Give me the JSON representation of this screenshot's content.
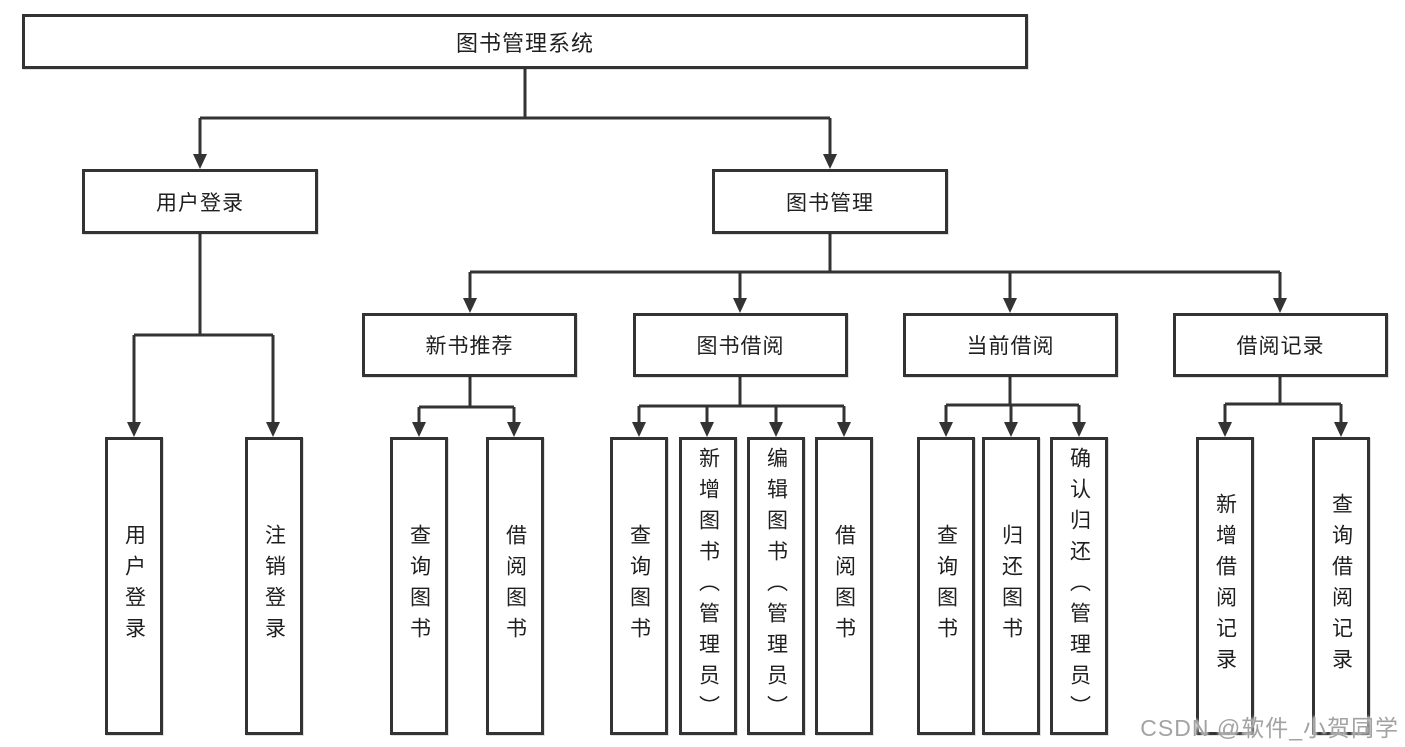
{
  "diagram": {
    "type": "hierarchy",
    "root": "图书管理系统",
    "children": [
      {
        "label": "用户登录",
        "children": [
          {
            "label": "用户登录"
          },
          {
            "label": "注销登录"
          }
        ]
      },
      {
        "label": "图书管理",
        "children": [
          {
            "label": "新书推荐",
            "children": [
              {
                "label": "查询图书"
              },
              {
                "label": "借阅图书"
              }
            ]
          },
          {
            "label": "图书借阅",
            "children": [
              {
                "label": "查询图书"
              },
              {
                "label": "新增图书（管理员）"
              },
              {
                "label": "编辑图书（管理员）"
              },
              {
                "label": "借阅图书"
              }
            ]
          },
          {
            "label": "当前借阅",
            "children": [
              {
                "label": "查询图书"
              },
              {
                "label": "归还图书"
              },
              {
                "label": "确认归还（管理员）"
              }
            ]
          },
          {
            "label": "借阅记录",
            "children": [
              {
                "label": "新增借阅记录"
              },
              {
                "label": "查询借阅记录"
              }
            ]
          }
        ]
      }
    ]
  },
  "watermark": {
    "text": "CSDN @软件_小贺同学",
    "color": "#a3a3a3"
  },
  "colors": {
    "line": "#333333",
    "box_border": "#333333",
    "box_fill": "#ffffff",
    "text": "#1f1f1f",
    "background": "#ffffff"
  }
}
